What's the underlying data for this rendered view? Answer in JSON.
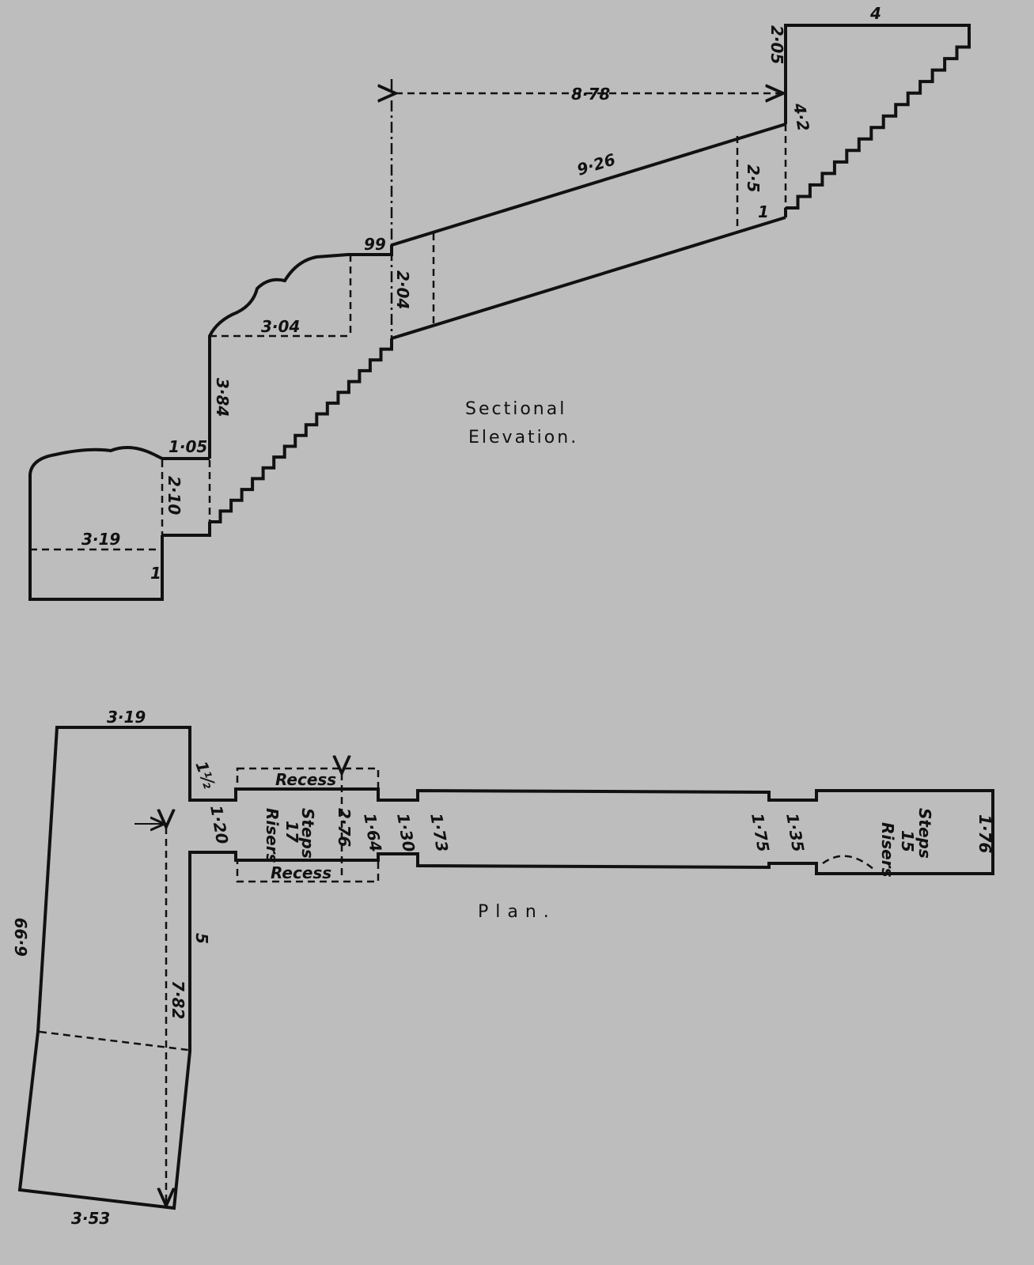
{
  "elevation": {
    "title_line1": "Sectional",
    "title_line2": "Elevation.",
    "dims": {
      "top_width": "4",
      "upper_height": "2·05",
      "horizontal_span": "8·78",
      "step_height": "4·2",
      "slope_length": "9·26",
      "passage_height": "2·5",
      "passage_one": "1",
      "landing": "99",
      "landing_height": "2·04",
      "upper_recess": "3·04",
      "shaft_height": "3·84",
      "ledge": "1·05",
      "chamber_height": "2·10",
      "chamber_width": "3·19",
      "chamber_one": "1"
    }
  },
  "plan": {
    "title": "Plan.",
    "dims": {
      "room_top": "3·19",
      "opening": "1½",
      "corridor_entry": "1·20",
      "recess_top": "Recess",
      "recess_bottom": "Recess",
      "steps_a": "Steps",
      "steps_a_count": "17",
      "risers_a": "Risers",
      "recess_depth": "2·76",
      "w1": "1·64",
      "w2": "1·30",
      "w3": "1·73",
      "w4": "1·75",
      "w5": "1·35",
      "steps_b": "Steps",
      "steps_b_count": "15",
      "risers_b": "Risers",
      "w6": "1·76",
      "room_side": "5",
      "room_length": "7·82",
      "room_left": "6·99",
      "room_bottom": "3·53"
    }
  }
}
